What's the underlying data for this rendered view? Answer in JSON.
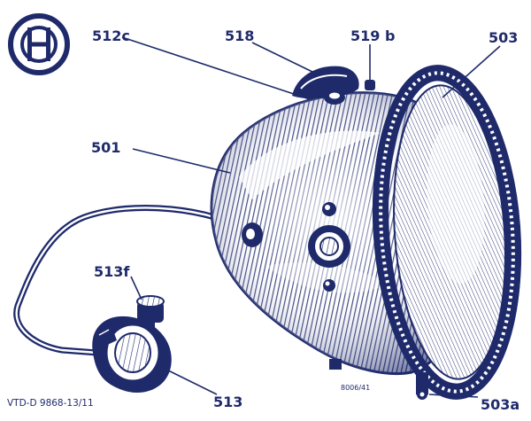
{
  "labels": {
    "p512c": "512c",
    "p518": "518",
    "p519b": "519 b",
    "p503": "503",
    "p501": "501",
    "p513f": "513f",
    "p513": "513",
    "p503a": "503a"
  },
  "footer": {
    "reference": "VTD-D 9868-13/11",
    "engraving": "8006/41"
  },
  "colors": {
    "ink": "#1f2a6b",
    "paper": "#ffffff",
    "shade": "#3a4585"
  }
}
